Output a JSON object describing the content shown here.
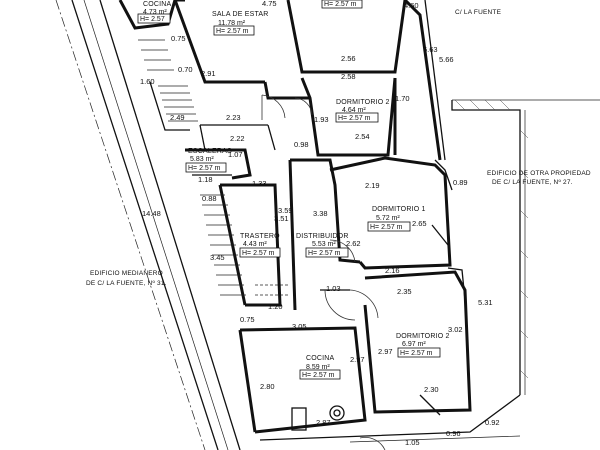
{
  "neighbors": {
    "right_line1": "EDIFICIO DE OTRA PROPIEDAD",
    "right_line2": "DE C/ LA FUENTE, Nº 27.",
    "left_line1": "EDIFICIO MEDIANERO",
    "left_line2": "DE C/ LA FUENTE, Nº 31.",
    "top_right": "C/ LA FUENTE"
  },
  "rooms": {
    "cocina_top": {
      "name": "COCINA",
      "area": "4.73 m²",
      "height": "H= 2.57"
    },
    "sala": {
      "name": "SALA DE ESTAR",
      "area": "11.78 m²",
      "height": "H= 2.57 m"
    },
    "top_center": {
      "height": "H= 2.57 m"
    },
    "dormitorio2_top": {
      "name": "DORMITORIO 2",
      "area": "4.64 m²",
      "height": "H= 2.57 m"
    },
    "escaleras": {
      "name": "ESCALERAS",
      "area": "5.83 m²",
      "height": "H= 2.57 m"
    },
    "trastero": {
      "name": "TRASTERO",
      "area": "4.43 m²",
      "height": "H= 2.57 m"
    },
    "distribuidor": {
      "name": "DISTRIBUIDOR",
      "area": "5.53 m²",
      "height": "H= 2.57 m"
    },
    "dormitorio1": {
      "name": "DORMITORIO 1",
      "area": "5.72 m²",
      "height": "H= 2.57 m"
    },
    "dormitorio2": {
      "name": "DORMITORIO 2",
      "area": "6.97 m²",
      "height": "H= 2.57 m"
    },
    "cocina": {
      "name": "COCINA",
      "area": "8.59 m²",
      "height": "H= 2.57 m"
    }
  },
  "dims": {
    "d_475": "4.75",
    "d_460": "4.60",
    "d_075_top": "0.75",
    "d_070": "0.70",
    "d_160": "1.60",
    "d_291": "2.91",
    "d_256": "2.56",
    "d_258": "2.58",
    "d_170": "1.70",
    "d_563": "5.63",
    "d_566": "5.66",
    "d_249": "2.49",
    "d_223": "2.23",
    "d_193": "1.93",
    "d_222": "2.22",
    "d_098": "0.98",
    "d_254": "2.54",
    "d_107": "1.07",
    "d_118": "1.18",
    "d_133": "1.33",
    "d_219": "2.19",
    "d_089": "0.89",
    "d_088": "0.88",
    "d_359": "3.59",
    "d_351": "3.51",
    "d_338": "3.38",
    "d_265": "2.65",
    "d_1448": "14.48",
    "d_262": "2.62",
    "d_345": "3.45",
    "d_216": "2.16",
    "d_103": "1.03",
    "d_120": "1.20",
    "d_235": "2.35",
    "d_531": "5.31",
    "d_075": "0.75",
    "d_305": "3.05",
    "d_302": "3.02",
    "d_297_a": "2.97",
    "d_297_b": "2.97",
    "d_280": "2.80",
    "d_230": "2.30",
    "d_287": "2.87",
    "d_105": "1.05",
    "d_096": "0.96",
    "d_092": "0.92"
  }
}
